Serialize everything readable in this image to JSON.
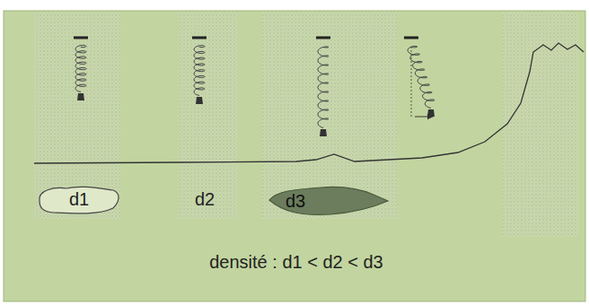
{
  "diagram": {
    "nodes": [
      {
        "text": [
          "d1"
        ]
      },
      {
        "text": [
          "d3"
        ]
      }
    ],
    "labels": [
      "d2",
      "densité : d1 < d2 < d3"
    ]
  }
}
